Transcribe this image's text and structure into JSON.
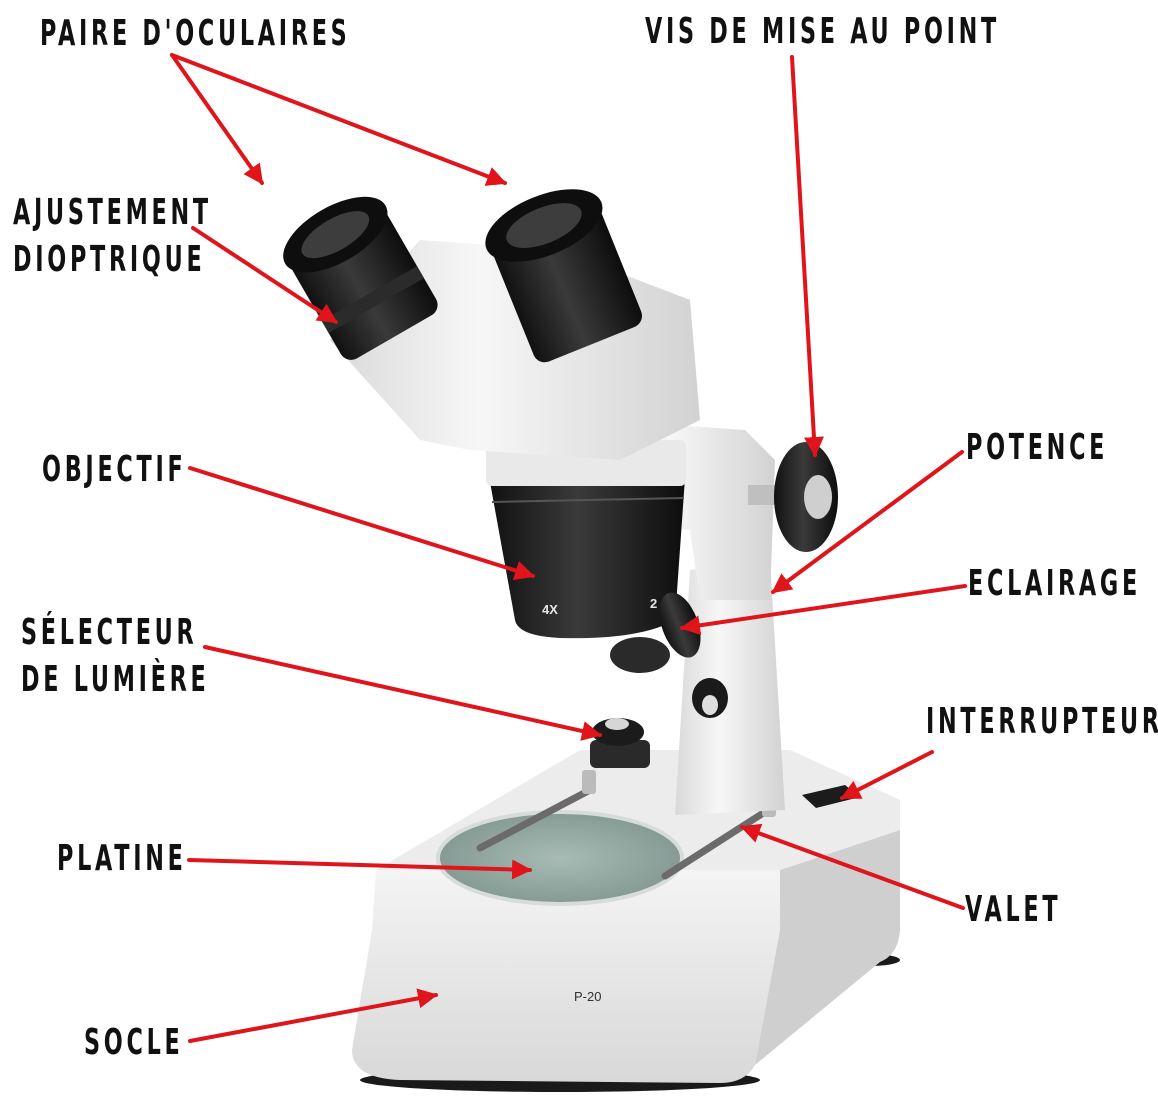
{
  "labels": {
    "paire_oculaires": "PAIRE D'OCULAIRES",
    "vis_mise_au_point": "VIS DE MISE AU POINT",
    "ajustement_line1": "AJUSTEMENT",
    "ajustement_line2": "DIOPTRIQUE",
    "objectif": "OBJECTIF",
    "potence": "POTENCE",
    "eclairage": "ECLAIRAGE",
    "selecteur_line1": "SÉLECTEUR",
    "selecteur_line2": "DE LUMIÈRE",
    "interrupteur": "INTERRUPTEUR",
    "platine": "PLATINE",
    "valet": "VALET",
    "socle": "SOCLE"
  },
  "markings": {
    "model": "P-20",
    "objective_mag": "4X",
    "objective_mag2": "2"
  },
  "colors": {
    "arrow": "#e0141b",
    "label": "#111111",
    "body_white": "#f2f2f2",
    "black_parts": "#1b1b1b",
    "stage_glass": "#9fb3ad"
  }
}
